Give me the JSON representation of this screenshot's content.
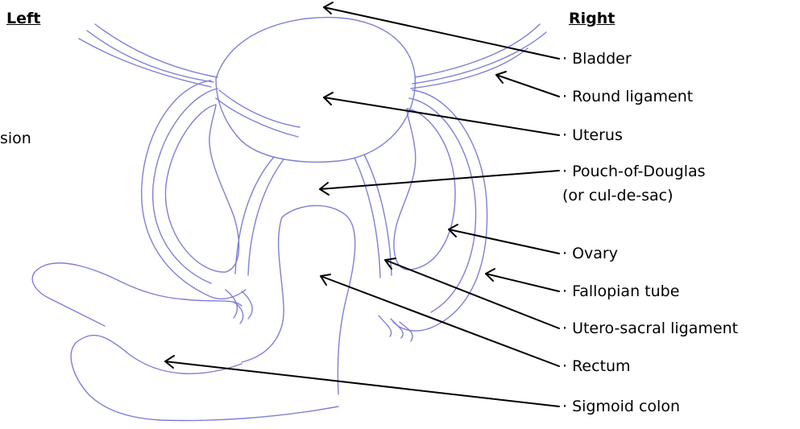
{
  "headings": {
    "left": "Left",
    "right": "Right"
  },
  "fragment_text": "sion",
  "labels": [
    {
      "id": "bladder",
      "text": "· Bladder"
    },
    {
      "id": "round-ligament",
      "text": "· Round ligament"
    },
    {
      "id": "uterus",
      "text": "· Uterus"
    },
    {
      "id": "pouch-of-douglas",
      "text": "· Pouch-of-Douglas",
      "sub": "(or cul-de-sac)"
    },
    {
      "id": "ovary",
      "text": "· Ovary"
    },
    {
      "id": "fallopian-tube",
      "text": "· Fallopian tube"
    },
    {
      "id": "utero-sacral-ligament",
      "text": "· Utero-sacral ligament"
    },
    {
      "id": "rectum",
      "text": "· Rectum"
    },
    {
      "id": "sigmoid-colon",
      "text": "· Sigmoid colon"
    }
  ],
  "colors": {
    "sketch_stroke": "#7f7fd6",
    "text": "#000000",
    "arrows": "#000000"
  }
}
